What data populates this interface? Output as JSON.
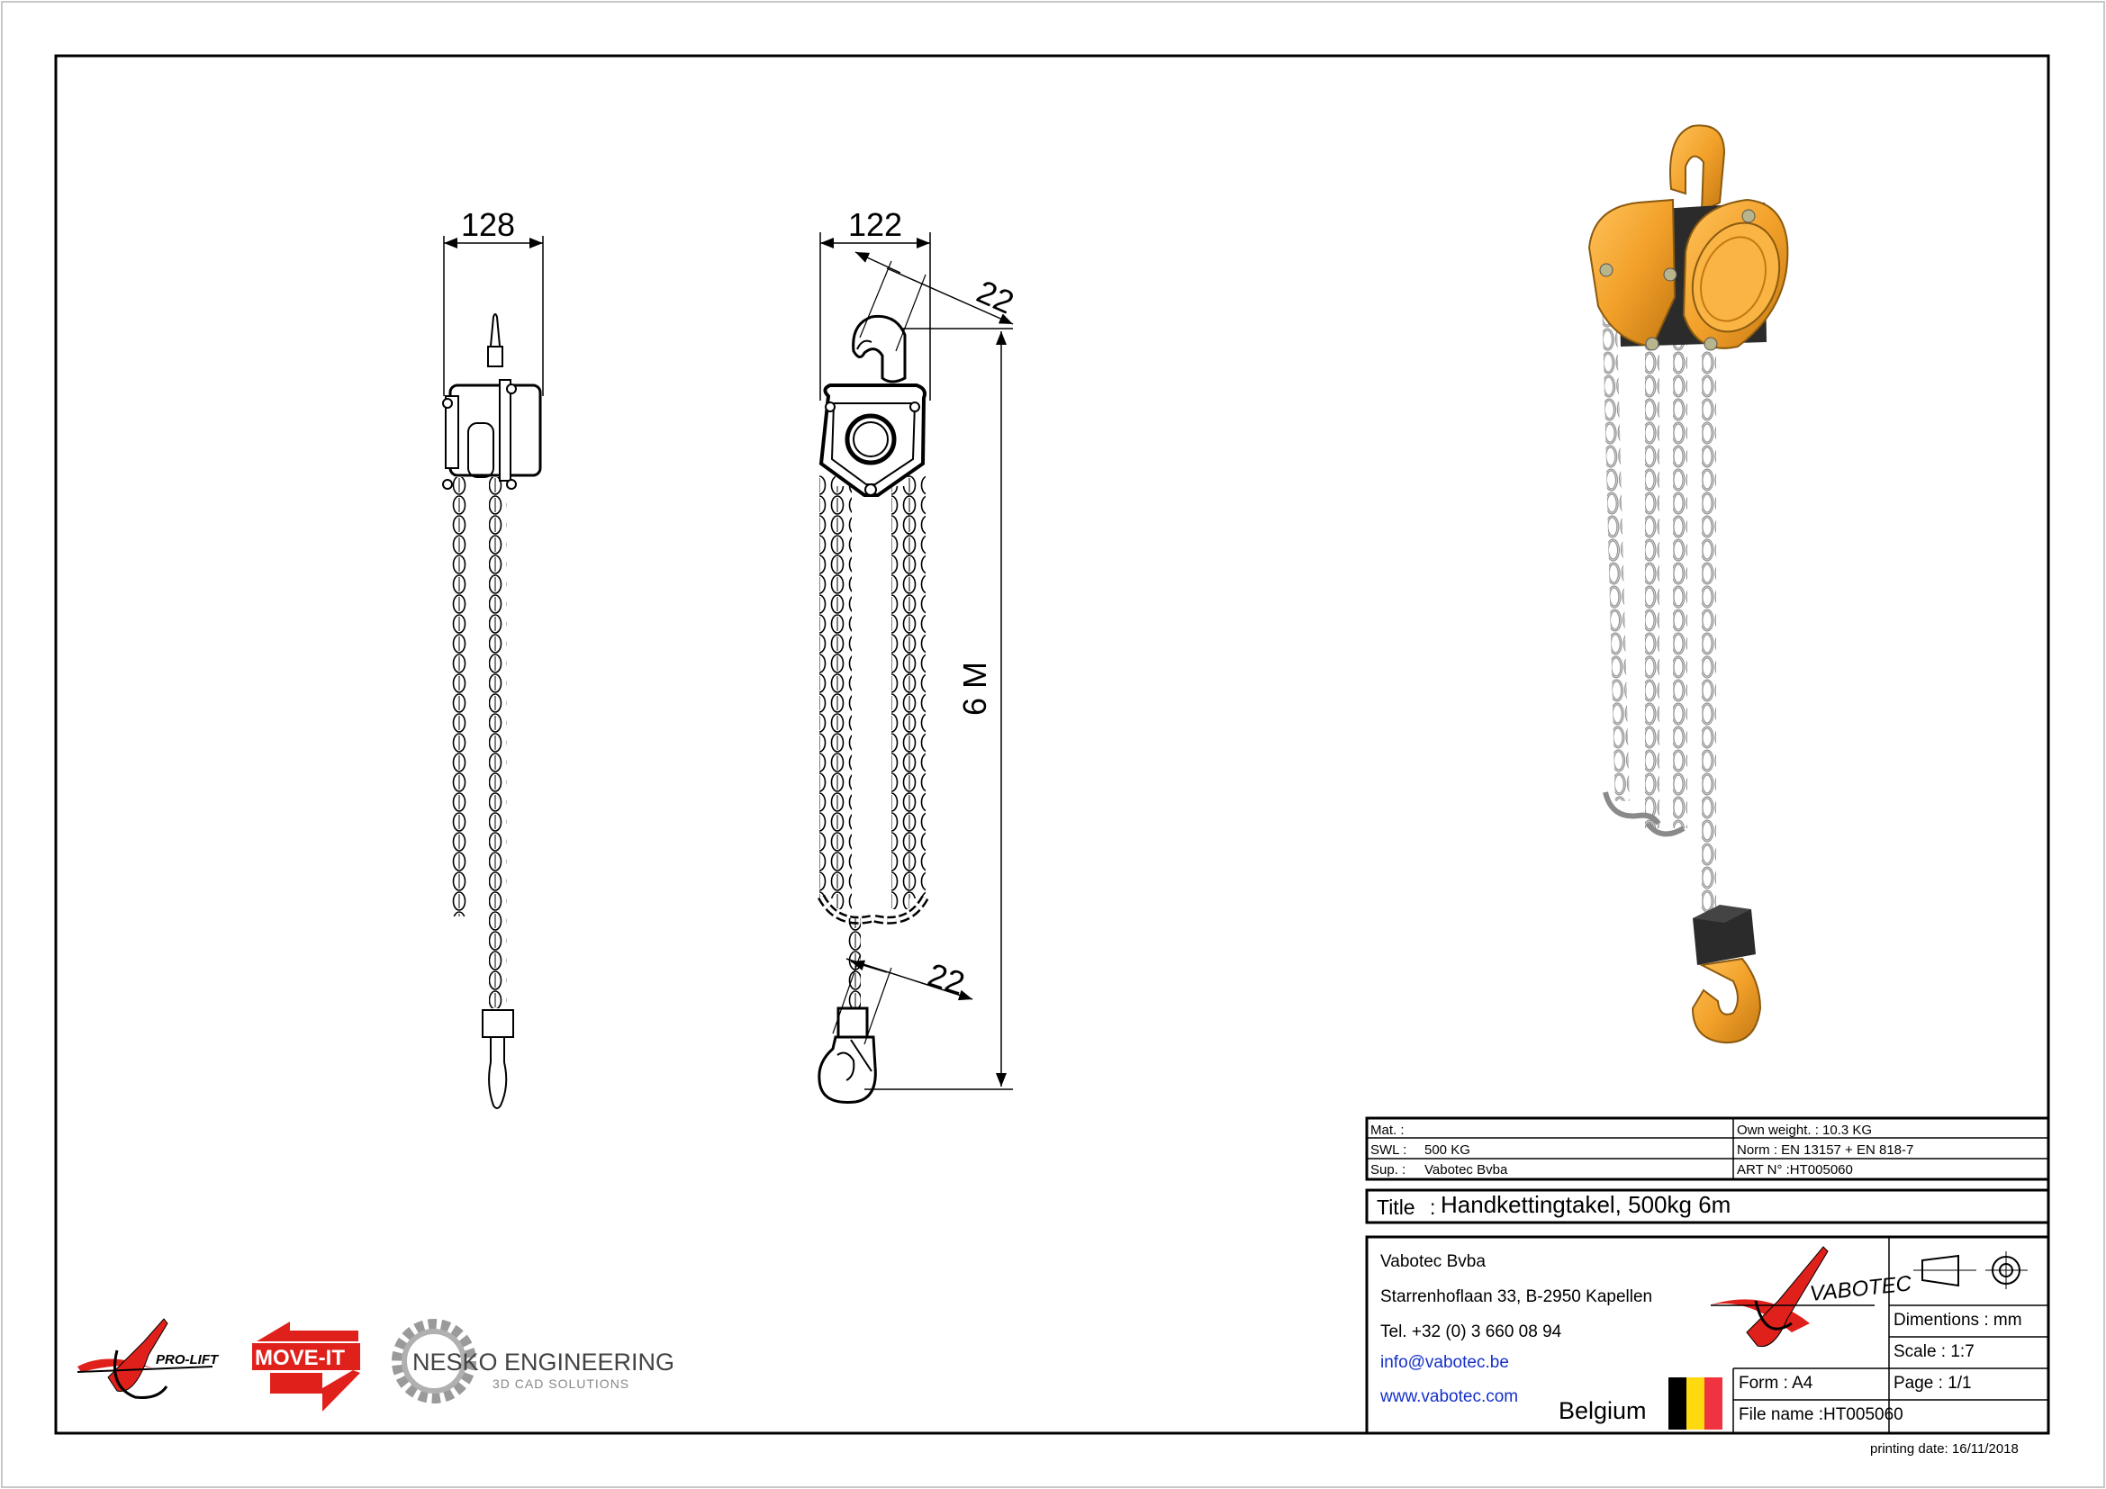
{
  "drawing": {
    "dimensions": {
      "side_width": "128",
      "front_width": "122",
      "top_hook": "22",
      "bottom_hook": "22",
      "lift_height": "6 M"
    }
  },
  "title_block": {
    "mat_label": "Mat. :",
    "mat_value": "",
    "swl_label": "SWL :",
    "swl_value": "500 KG",
    "sup_label": "Sup. :",
    "sup_value": "Vabotec Bvba",
    "own_weight": "Own weight. : 10.3 KG",
    "norm": "Norm  :  EN 13157 + EN 818-7",
    "art": "ART N° :HT005060",
    "title_label": "Title",
    "title_sep": ":",
    "title_value": "Handkettingtakel, 500kg 6m",
    "company": "Vabotec Bvba",
    "address": "Starrenhoflaan 33, B-2950 Kapellen",
    "phone": "Tel. +32 (0) 3 660 08 94",
    "email": "info@vabotec.be",
    "website": "www.vabotec.com",
    "country": "Belgium",
    "form": "Form : A4",
    "file_name": "File name   :HT005060",
    "dimentions": "Dimentions : mm",
    "scale": "Scale  : 1:7",
    "page": "Page : 1/1",
    "brand": "VABOTEC"
  },
  "logos": {
    "prolift": "PRO-LIFT",
    "moveit": "MOVE-IT",
    "nesko": "NESKO ENGINEERING",
    "nesko_sub": "3D CAD SOLUTIONS"
  },
  "printing_date": "printing date:   16/11/2018",
  "colors": {
    "hoist_orange": "#f2a12a",
    "hoist_dark": "#2b2b2b",
    "chain_grey": "#9a9a9a",
    "logo_red": "#e0201b",
    "link_blue": "#1530c8",
    "flag_black": "#000000",
    "flag_yellow": "#ffd90f",
    "flag_red": "#ef3340"
  }
}
